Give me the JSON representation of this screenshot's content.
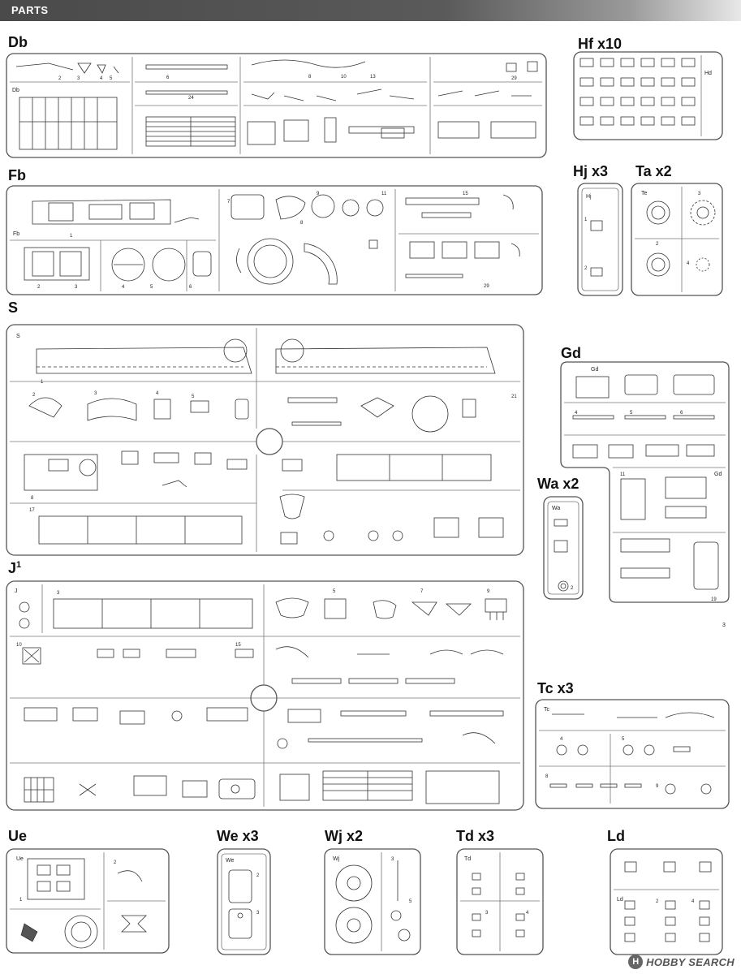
{
  "header": {
    "title": "PARTS"
  },
  "sprues": [
    {
      "id": "db",
      "label": "Db"
    },
    {
      "id": "hf",
      "label": "Hf x10"
    },
    {
      "id": "fb",
      "label": "Fb"
    },
    {
      "id": "hj",
      "label": "Hj x3"
    },
    {
      "id": "ta",
      "label": "Ta x2"
    },
    {
      "id": "s",
      "label": "S"
    },
    {
      "id": "gd",
      "label": "Gd"
    },
    {
      "id": "wa",
      "label": "Wa x2"
    },
    {
      "id": "j",
      "label": "J",
      "sup": "1"
    },
    {
      "id": "tc",
      "label": "Tc x3"
    },
    {
      "id": "ue",
      "label": "Ue"
    },
    {
      "id": "we",
      "label": "We x3"
    },
    {
      "id": "wj",
      "label": "Wj x2"
    },
    {
      "id": "td",
      "label": "Td x3"
    },
    {
      "id": "ld",
      "label": "Ld"
    }
  ],
  "watermark": {
    "brand": "HOBBY SEARCH",
    "logo_letter": "H"
  },
  "page_number": "3"
}
